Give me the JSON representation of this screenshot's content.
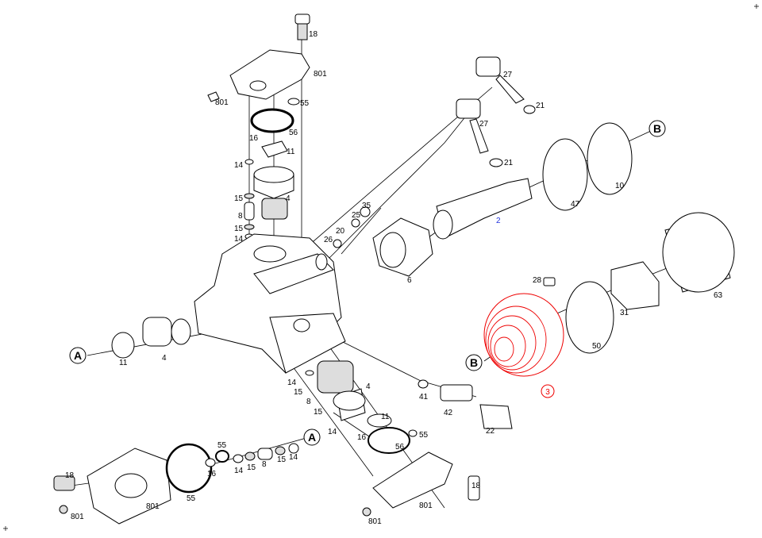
{
  "diagram": {
    "type": "exploded-parts-view",
    "highlight_color": "#e00000",
    "label_color": "#000000",
    "accent_label_color": "#2233dd",
    "callouts": [
      "18",
      "801",
      "801",
      "55",
      "56",
      "16",
      "11",
      "14",
      "4",
      "15",
      "8",
      "15",
      "14",
      "35",
      "25",
      "20",
      "26",
      "27",
      "21",
      "27",
      "21",
      "47",
      "10",
      "2",
      "6",
      "28",
      "31",
      "63",
      "50",
      "3",
      "11",
      "4",
      "14",
      "15",
      "8",
      "15",
      "4",
      "14",
      "11",
      "16",
      "55",
      "56",
      "41",
      "42",
      "22",
      "18",
      "801",
      "801",
      "14",
      "15",
      "8",
      "15",
      "14",
      "55",
      "16",
      "18",
      "801",
      "55",
      "801"
    ],
    "reference_markers": {
      "b_top": "B",
      "b_mid": "B",
      "a_left": "A",
      "a_bottom": "A"
    }
  }
}
